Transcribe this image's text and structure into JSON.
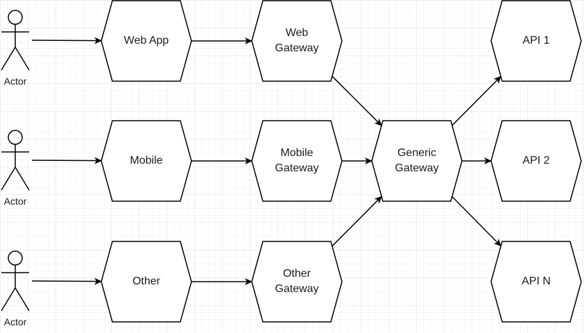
{
  "colors": {
    "background": "#ffffff",
    "grid": "#e2e2e2",
    "stroke": "#000000",
    "text": "#1a1a1a"
  },
  "actors": [
    {
      "id": "actor-1",
      "label": "Actor"
    },
    {
      "id": "actor-2",
      "label": "Actor"
    },
    {
      "id": "actor-3",
      "label": "Actor"
    }
  ],
  "nodes": [
    {
      "id": "web-app",
      "lines": [
        "Web App"
      ]
    },
    {
      "id": "mobile",
      "lines": [
        "Mobile"
      ]
    },
    {
      "id": "other",
      "lines": [
        "Other"
      ]
    },
    {
      "id": "web-gateway",
      "lines": [
        "Web",
        "Gateway"
      ]
    },
    {
      "id": "mobile-gateway",
      "lines": [
        "Mobile",
        "Gateway"
      ]
    },
    {
      "id": "other-gateway",
      "lines": [
        "Other",
        "Gateway"
      ]
    },
    {
      "id": "generic-gateway",
      "lines": [
        "Generic",
        "Gateway"
      ]
    },
    {
      "id": "api-1",
      "lines": [
        "API 1"
      ]
    },
    {
      "id": "api-2",
      "lines": [
        "API 2"
      ]
    },
    {
      "id": "api-n",
      "lines": [
        "API N"
      ]
    }
  ],
  "edges": [
    {
      "from": "actor-1",
      "to": "web-app"
    },
    {
      "from": "actor-2",
      "to": "mobile"
    },
    {
      "from": "actor-3",
      "to": "other"
    },
    {
      "from": "web-app",
      "to": "web-gateway"
    },
    {
      "from": "mobile",
      "to": "mobile-gateway"
    },
    {
      "from": "other",
      "to": "other-gateway"
    },
    {
      "from": "web-gateway",
      "to": "generic-gateway"
    },
    {
      "from": "mobile-gateway",
      "to": "generic-gateway"
    },
    {
      "from": "other-gateway",
      "to": "generic-gateway"
    },
    {
      "from": "generic-gateway",
      "to": "api-1"
    },
    {
      "from": "generic-gateway",
      "to": "api-2"
    },
    {
      "from": "generic-gateway",
      "to": "api-n"
    }
  ]
}
